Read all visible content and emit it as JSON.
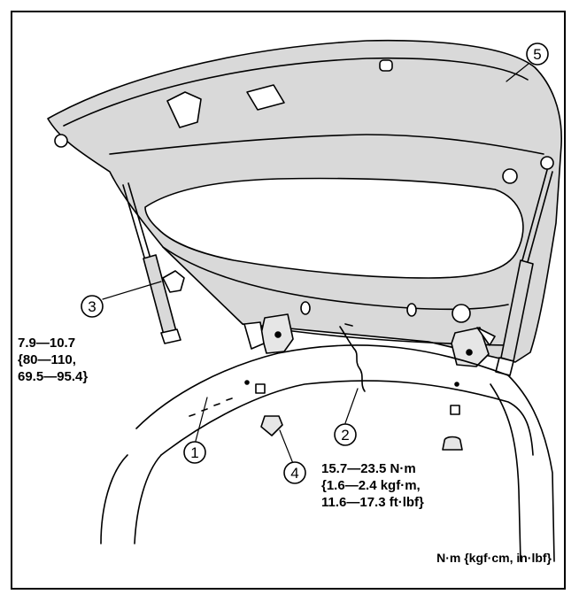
{
  "callouts": [
    {
      "id": "1",
      "label": "1"
    },
    {
      "id": "2",
      "label": "2"
    },
    {
      "id": "3",
      "label": "3"
    },
    {
      "id": "4",
      "label": "4"
    },
    {
      "id": "5",
      "label": "5"
    }
  ],
  "torque_left": {
    "line1": "7.9—10.7",
    "line2": "{80—110,",
    "line3": "69.5—95.4}"
  },
  "torque_right": {
    "line1": "15.7—23.5 N·m",
    "line2": "{1.6—2.4 kgf·m,",
    "line3": "11.6—17.3 ft·lbf}"
  },
  "units_note": "N·m {kgf·cm, in·lbf}"
}
